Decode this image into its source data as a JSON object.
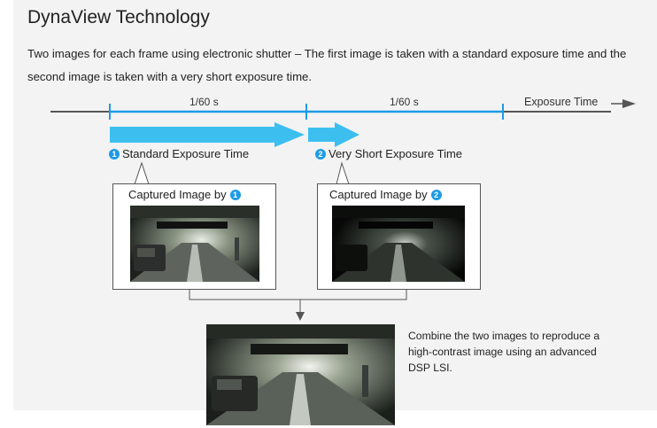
{
  "title": "DynaView Technology",
  "description": "Two images for each frame using electronic shutter – The first image is taken with a standard exposure time and the second image is taken with a very short exposure time.",
  "timeline": {
    "segment_1_label": "1/60 s",
    "segment_2_label": "1/60 s",
    "axis_label": "Exposure Time"
  },
  "steps": [
    {
      "number": "1",
      "label": "Standard Exposure Time"
    },
    {
      "number": "2",
      "label": "Very Short Exposure Time"
    }
  ],
  "captures": [
    {
      "title": "Captured Image by",
      "number": "1"
    },
    {
      "title": "Captured Image by",
      "number": "2"
    }
  ],
  "combine_text": "Combine the two images to reproduce a high-contrast image using an advanced DSP LSI.",
  "colors": {
    "accent": "#1d9be6",
    "arrow": "#3cbfef",
    "axis": "#555555",
    "panel": "#f3f3f3"
  }
}
